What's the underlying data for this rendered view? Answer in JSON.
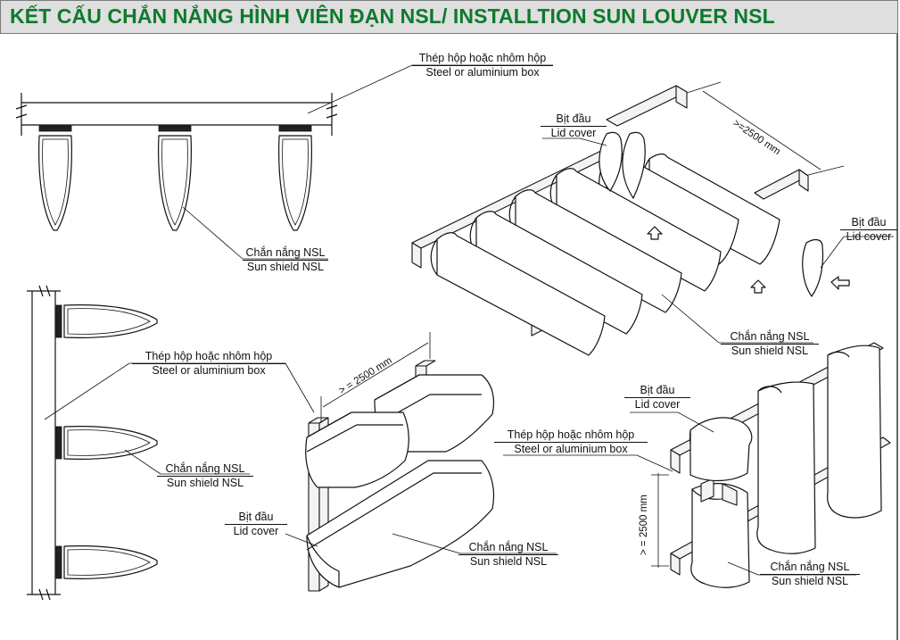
{
  "title": "KẾT CẤU CHẮN NẮNG HÌNH VIÊN ĐẠN NSL/ INSTALLTION SUN LOUVER NSL",
  "colors": {
    "title": "#0d7a2c",
    "title_bar": "#dfdfdf",
    "line": "#111111"
  },
  "labels": {
    "box_top": {
      "vi": "Thép hộp hoặc nhôm hộp",
      "en": "Steel or aluminium box"
    },
    "shield_top": {
      "vi": "Chắn nắng NSL",
      "en": "Sun shield NSL"
    },
    "lid_iso_a": {
      "vi": "Bịt đầu",
      "en": "Lid cover"
    },
    "lid_iso_b": {
      "vi": "Bịt đầu",
      "en": "Lid cover"
    },
    "shield_iso": {
      "vi": "Chắn nắng NSL",
      "en": "Sun shield NSL"
    },
    "box_left": {
      "vi": "Thép hộp hoặc nhôm hộp",
      "en": "Steel or aluminium box"
    },
    "shield_left": {
      "vi": "Chắn nắng NSL",
      "en": "Sun shield NSL"
    },
    "lid_mid": {
      "vi": "Bịt đầu",
      "en": "Lid cover"
    },
    "shield_mid": {
      "vi": "Chắn nắng NSL",
      "en": "Sun shield NSL"
    },
    "lid_right": {
      "vi": "Bịt đầu",
      "en": "Lid cover"
    },
    "box_right": {
      "vi": "Thép hộp hoặc nhôm hộp",
      "en": "Steel or aluminium box"
    },
    "shield_right": {
      "vi": "Chắn nắng NSL",
      "en": "Sun shield NSL"
    }
  },
  "dimensions": {
    "iso_top": ">=2500 mm",
    "iso_mid": "> = 2500 mm",
    "iso_right": "> = 2500 mm"
  }
}
